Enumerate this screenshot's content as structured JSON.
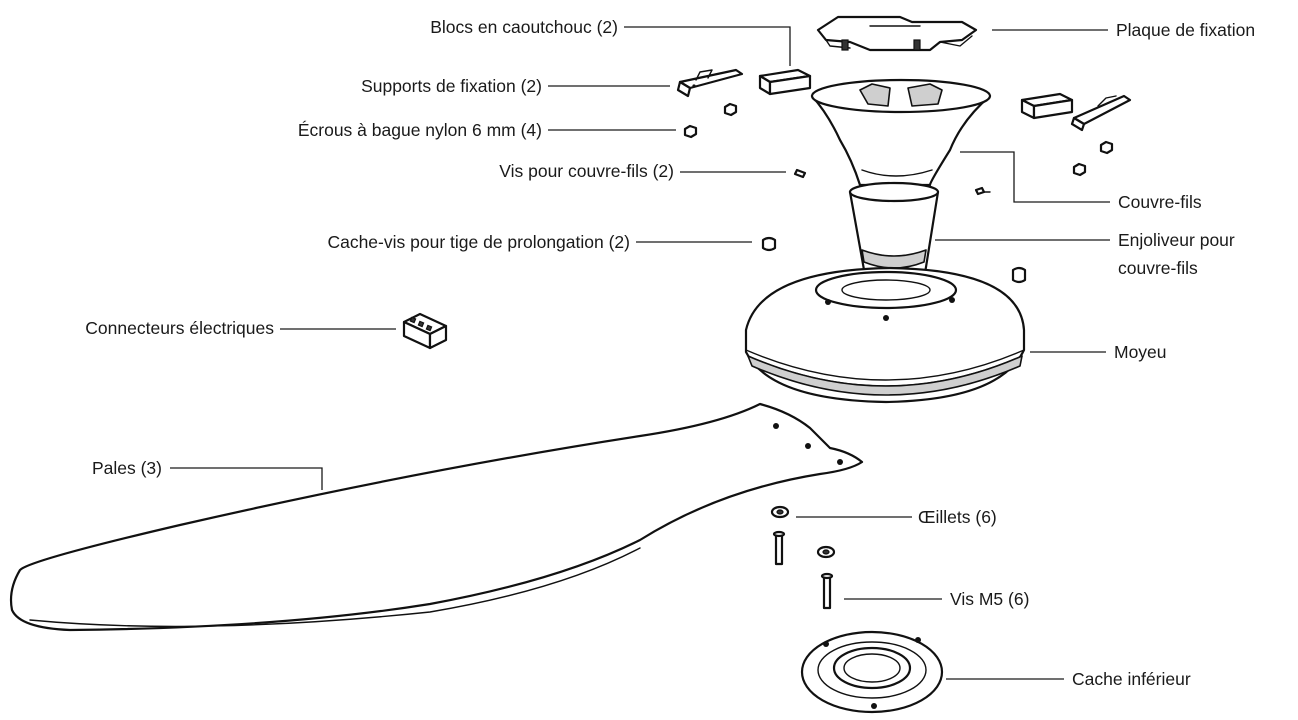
{
  "labels": {
    "rubber_blocks": "Blocs en caoutchouc (2)",
    "mounting_plate": "Plaque de fixation",
    "mounting_brackets": "Supports de fixation (2)",
    "nylon_nuts": "Écrous à bague nylon 6 mm (4)",
    "canopy_screws": "Vis pour couvre-fils (2)",
    "canopy": "Couvre-fils",
    "downrod_caps": "Cache-vis pour tige de prolongation (2)",
    "canopy_cover_line1": "Enjoliveur pour",
    "canopy_cover_line2": "couvre-fils",
    "wire_connectors": "Connecteurs électriques",
    "hub": "Moyeu",
    "blades": "Pales (3)",
    "grommets": "Œillets (6)",
    "m5_screws": "Vis M5 (6)",
    "bottom_cover": "Cache inférieur"
  }
}
